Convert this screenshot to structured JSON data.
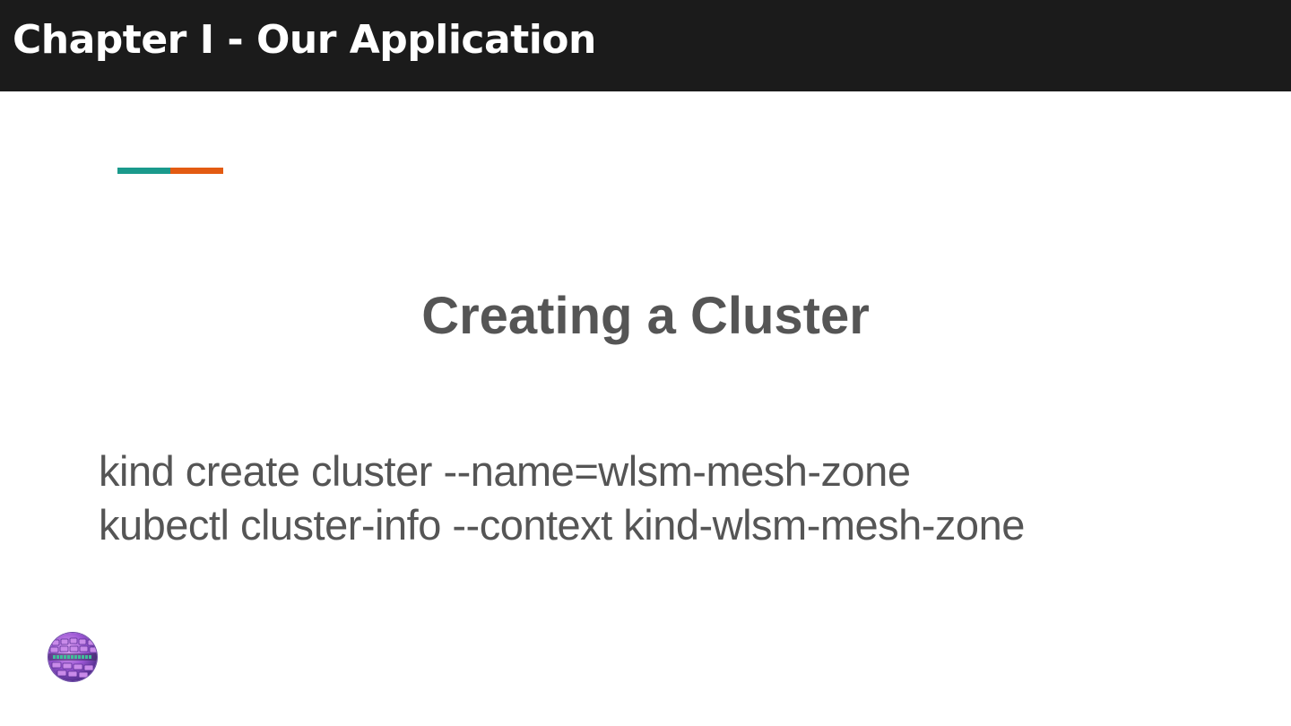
{
  "header": {
    "title": "Chapter I - Our Application"
  },
  "accent": {
    "colors": [
      "#1a9a8c",
      "#e35b12"
    ]
  },
  "slide": {
    "title": "Creating a Cluster",
    "lines": [
      "kind create cluster --name=wlsm-mesh-zone",
      "kubectl cluster-info --context kind-wlsm-mesh-zone"
    ]
  },
  "logo": {
    "icon": "round-keyboard-logo-icon",
    "colors": [
      "#7b3fbf",
      "#c77de8",
      "#2e8f7a"
    ]
  }
}
